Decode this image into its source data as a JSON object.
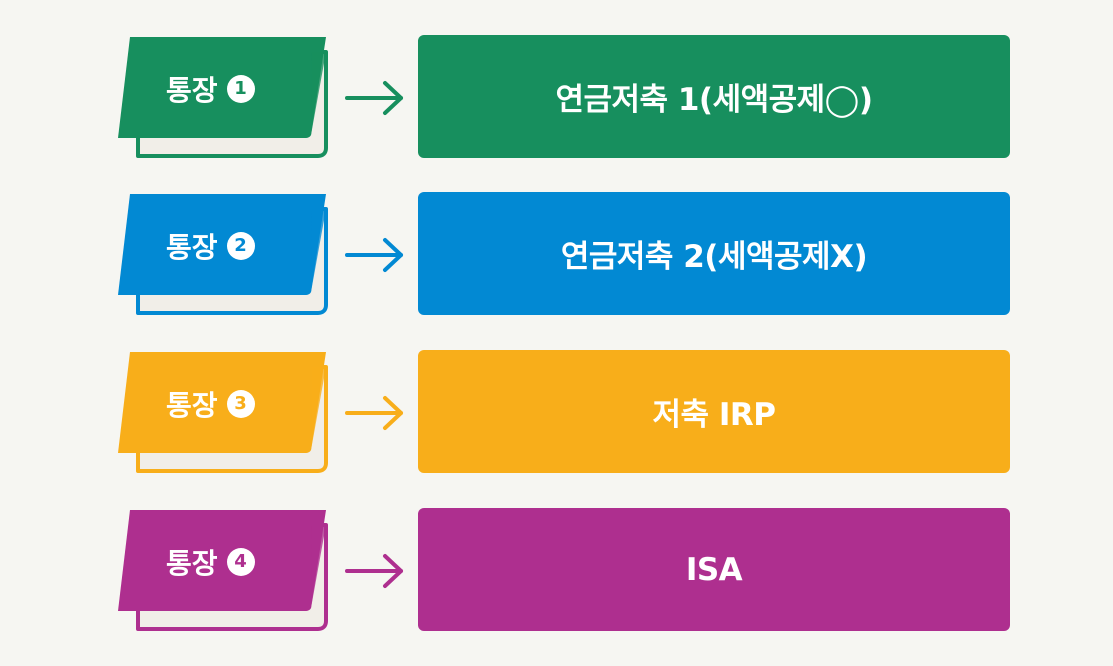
{
  "rows": [
    {
      "account_label": "통장",
      "account_number": "1",
      "product": "연금저축 1(세액공제◯)",
      "color": "#178f5e"
    },
    {
      "account_label": "통장",
      "account_number": "2",
      "product": "연금저축 2(세액공제X)",
      "color": "#0289d3"
    },
    {
      "account_label": "통장",
      "account_number": "3",
      "product": "저축 IRP",
      "color": "#f8ae1a"
    },
    {
      "account_label": "통장",
      "account_number": "4",
      "product": "ISA",
      "color": "#ae2f8f"
    }
  ],
  "icons": {
    "account": "bankbook-icon",
    "arrow": "arrow-right-icon"
  }
}
